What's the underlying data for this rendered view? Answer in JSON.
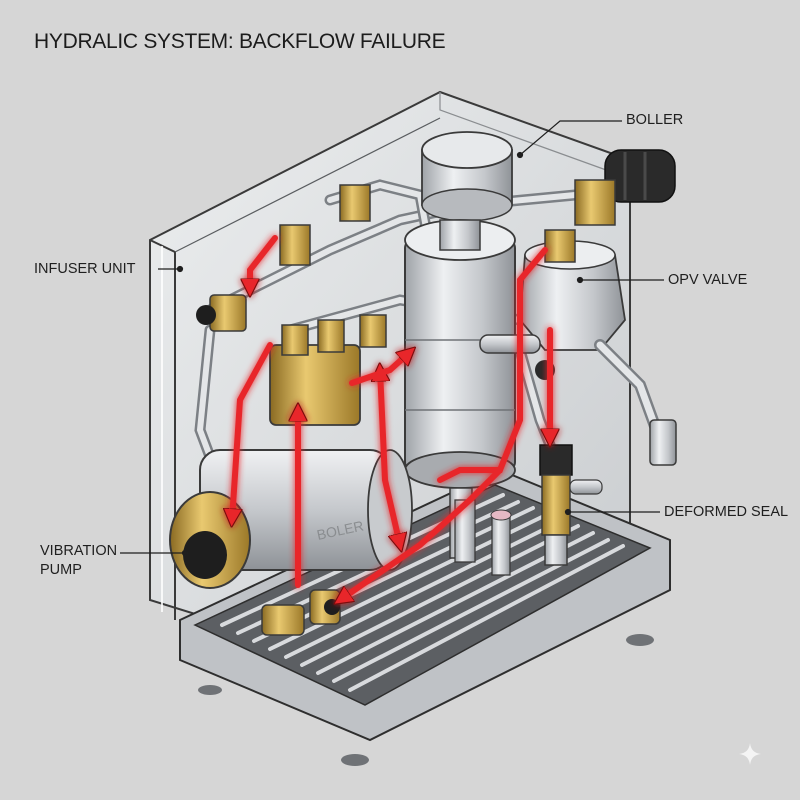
{
  "title": "HYDRALIC SYSTEM: BACKFLOW FAILURE",
  "labels": {
    "boiler_top": "BOLLER",
    "infuser_unit": "INFUSER UNIT",
    "opv_valve": "OPV VALVE",
    "deformed_seal": "DEFORMED SEAL",
    "vibration_pump_line1": "VIBRATION",
    "vibration_pump_line2": "PUMP",
    "pump_body_text": "BOLER"
  },
  "colors": {
    "background": "#d6d6d6",
    "steel": "#c9ccd0",
    "brass": "#c9a24a",
    "flow_arrow": "#e8262a",
    "outline": "#3a3a3a"
  },
  "icons": [
    "sparkle-icon"
  ]
}
